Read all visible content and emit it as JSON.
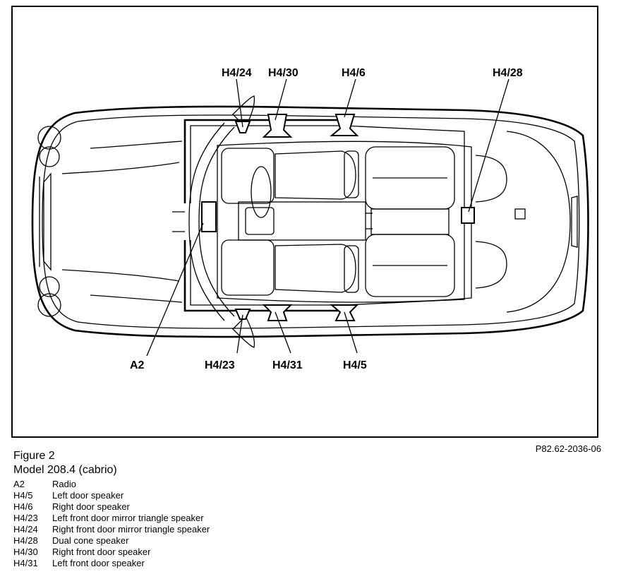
{
  "figure": {
    "title": "Figure 2",
    "model": "Model 208.4 (cabrio)",
    "reference": "P82.62-2036-06"
  },
  "callouts": {
    "h4_24": "H4/24",
    "h4_30": "H4/30",
    "h4_6": "H4/6",
    "h4_28": "H4/28",
    "a2": "A2",
    "h4_23": "H4/23",
    "h4_31": "H4/31",
    "h4_5": "H4/5"
  },
  "legend": [
    {
      "code": "A2",
      "description": "Radio"
    },
    {
      "code": "H4/5",
      "description": "Left door speaker"
    },
    {
      "code": "H4/6",
      "description": "Right door speaker"
    },
    {
      "code": "H4/23",
      "description": "Left front door mirror triangle speaker"
    },
    {
      "code": "H4/24",
      "description": "Right front door mirror triangle speaker"
    },
    {
      "code": "H4/28",
      "description": "Dual cone speaker"
    },
    {
      "code": "H4/30",
      "description": "Right front door speaker"
    },
    {
      "code": "H4/31",
      "description": "Left front door speaker"
    }
  ]
}
